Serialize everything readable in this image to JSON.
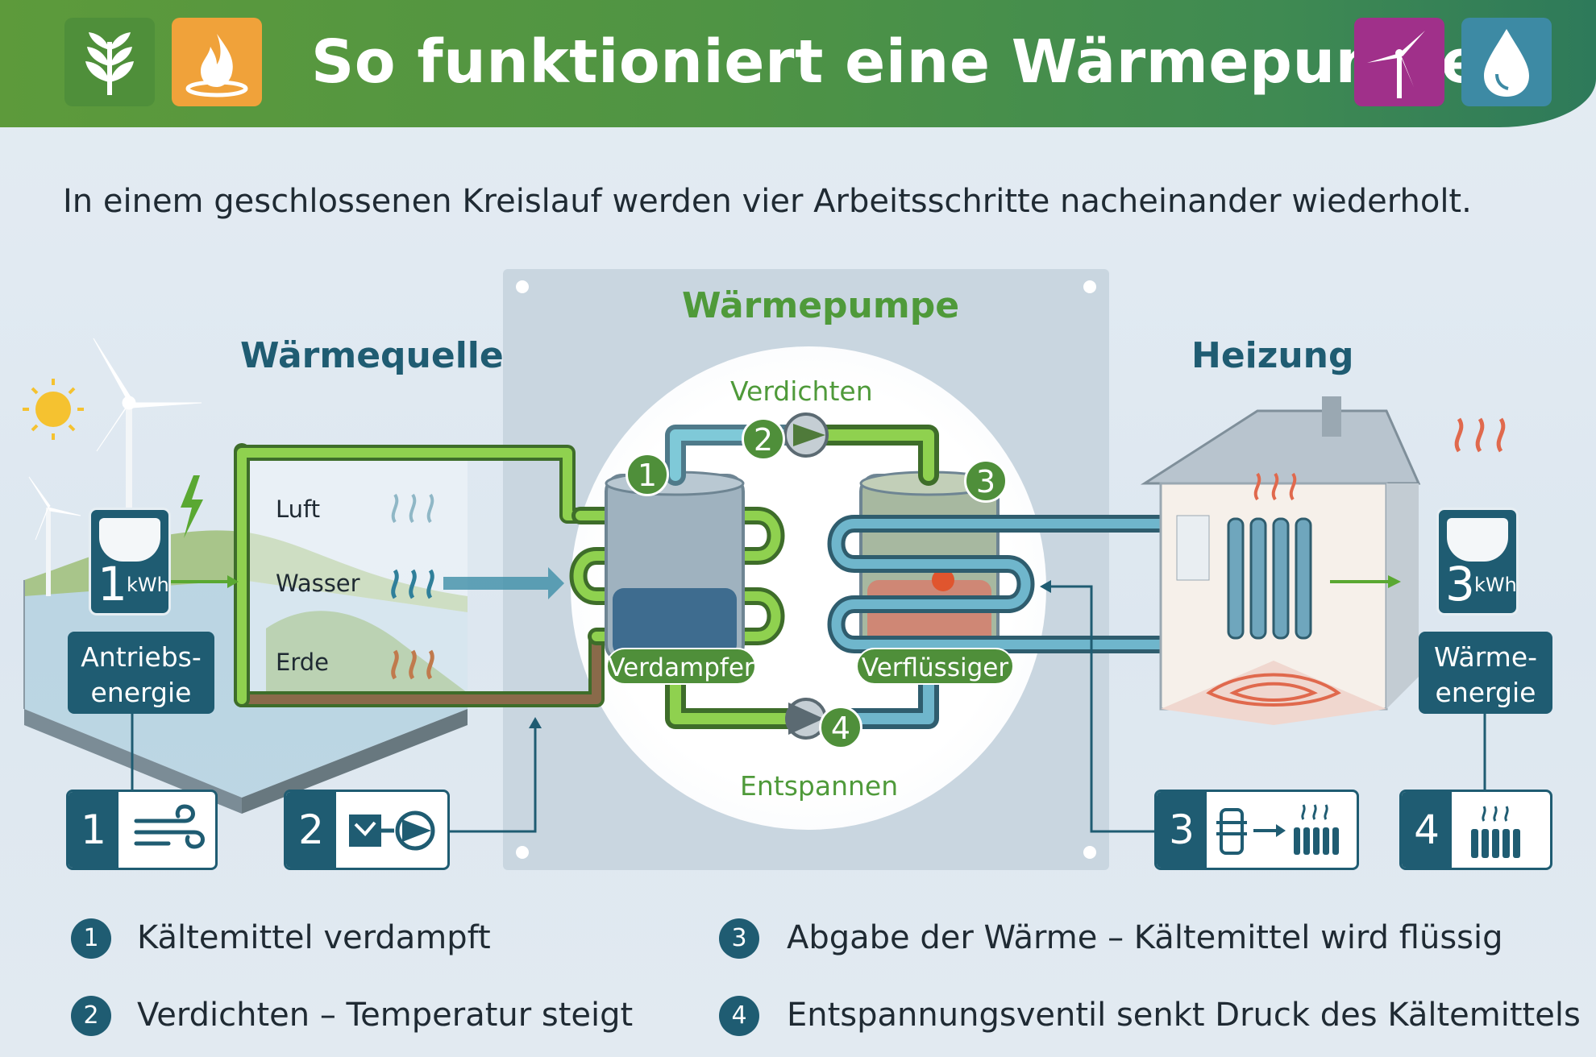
{
  "header": {
    "title": "So funktioniert eine Wärmepumpe",
    "icons": [
      "biomass-icon",
      "flame-icon",
      "wind-turbine-icon",
      "water-drop-icon"
    ]
  },
  "intro": "In einem geschlossenen Kreislauf werden vier Arbeitsschritte nacheinander wiederholt.",
  "sections": {
    "source": "Wärmequelle",
    "pump": "Wärmepumpe",
    "heating": "Heizung"
  },
  "sources": [
    "Luft",
    "Wasser",
    "Erde"
  ],
  "pump_steps": {
    "compress": "Verdichten",
    "expand": "Entspannen",
    "evaporator": "Verdampfer",
    "condenser": "Verflüssiger"
  },
  "badges": [
    "1",
    "2",
    "3",
    "4"
  ],
  "meters": {
    "input": {
      "value": "1",
      "unit": "kWh",
      "label_line1": "Antriebs-",
      "label_line2": "energie"
    },
    "output": {
      "value": "3",
      "unit": "kWh",
      "label_line1": "Wärme-",
      "label_line2": "energie"
    }
  },
  "step_boxes": [
    "1",
    "2",
    "3",
    "4"
  ],
  "legend": [
    {
      "num": "1",
      "text": "Kältemittel verdampft"
    },
    {
      "num": "2",
      "text": "Verdichten – Temperatur steigt"
    },
    {
      "num": "3",
      "text": "Abgabe der Wärme – Kältemittel wird flüssig"
    },
    {
      "num": "4",
      "text": "Entspannungsventil senkt Druck des Kältemittels"
    }
  ],
  "colors": {
    "green": "#4f8f3a",
    "teal": "#1f5c72",
    "pipe_green": "#6db83f",
    "pipe_blue": "#2f7f9a",
    "pipe_brown": "#8a6a4a"
  }
}
